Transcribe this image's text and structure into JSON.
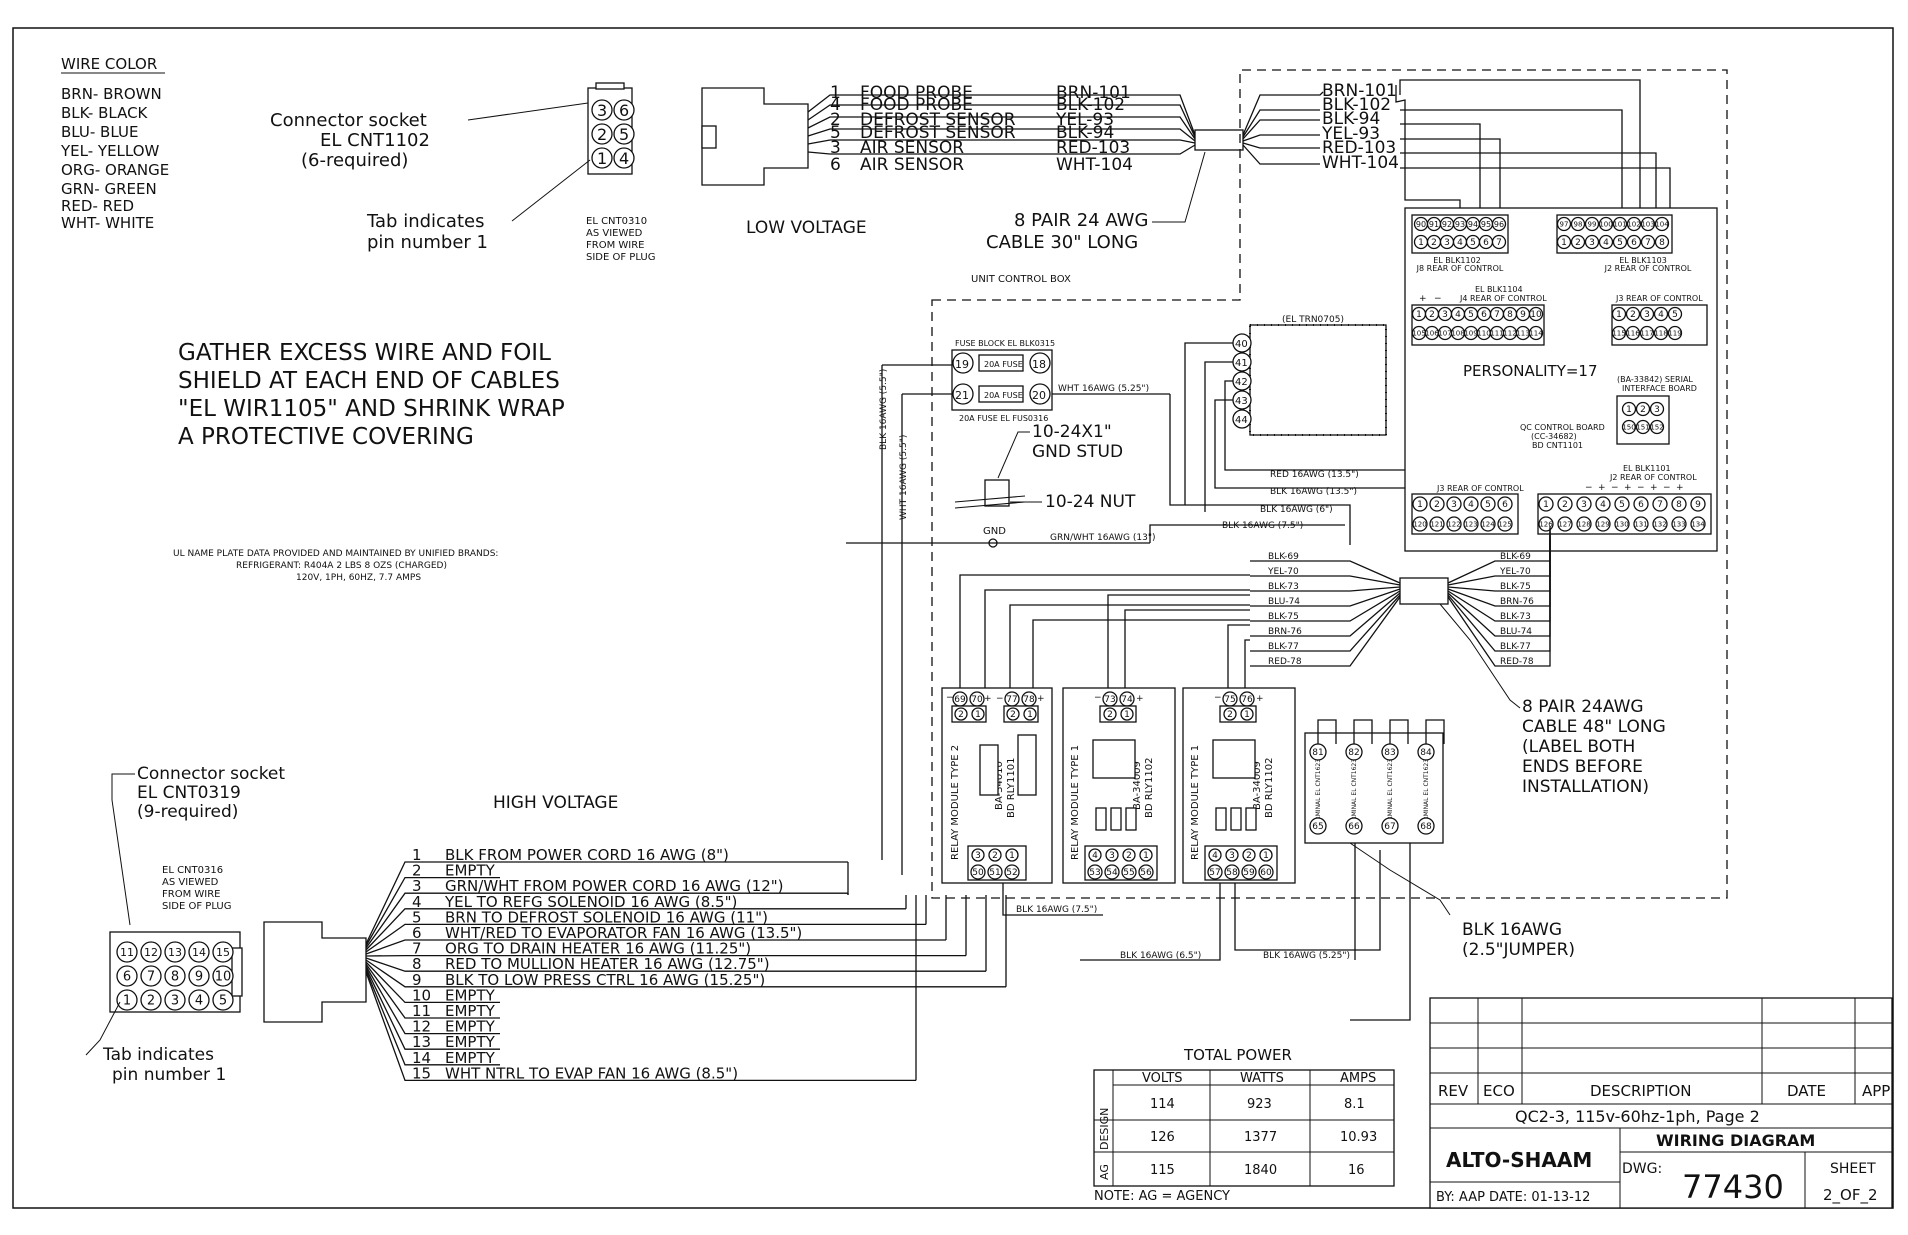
{
  "wire_color": {
    "title": "WIRE COLOR",
    "items": [
      "BRN- BROWN",
      "BLK- BLACK",
      "BLU- BLUE",
      "YEL- YELLOW",
      "ORG- ORANGE",
      "GRN- GREEN",
      "RED- RED",
      "WHT- WHITE"
    ]
  },
  "top_connector": {
    "socket_label_1": "Connector socket",
    "socket_label_2": "EL CNT1102",
    "socket_label_3": "(6-required)",
    "tab_label_1": "Tab indicates",
    "tab_label_2": "pin number 1",
    "view_label": [
      "EL CNT0310",
      "AS VIEWED",
      "FROM WIRE",
      "SIDE OF PLUG"
    ],
    "pins": [
      "3",
      "6",
      "2",
      "5",
      "1",
      "4"
    ]
  },
  "low_voltage": {
    "title": "LOW VOLTAGE",
    "cable_label_1": "8 PAIR 24 AWG",
    "cable_label_2": "CABLE 30\" LONG",
    "lines": [
      {
        "num": "1",
        "name": "FOOD PROBE",
        "code": "BRN-101"
      },
      {
        "num": "4",
        "name": "FOOD PROBE",
        "code": "BLK-102"
      },
      {
        "num": "2",
        "name": "DEFROST SENSOR",
        "code": "YEL-93"
      },
      {
        "num": "5",
        "name": "DEFROST SENSOR",
        "code": "BLK-94"
      },
      {
        "num": "3",
        "name": "AIR SENSOR",
        "code": "RED-103"
      },
      {
        "num": "6",
        "name": "AIR SENSOR",
        "code": "WHT-104"
      }
    ],
    "right_codes": [
      "BRN-101",
      "BLK-102",
      "BLK-94",
      "YEL-93",
      "RED-103",
      "WHT-104"
    ]
  },
  "note": {
    "lines": [
      "GATHER EXCESS WIRE AND FOIL",
      "SHIELD AT EACH END OF CABLES",
      "\"EL WIR1105\" AND SHRINK WRAP",
      "A PROTECTIVE COVERING"
    ]
  },
  "ul_plate": {
    "lines": [
      "UL NAME PLATE DATA PROVIDED AND MAINTAINED BY UNIFIED BRANDS:",
      "REFRIGERANT: R404A 2 LBS 8 OZS (CHARGED)",
      "120V, 1PH, 60HZ, 7.7 AMPS"
    ]
  },
  "control_box": {
    "title": "UNIT CONTROL BOX",
    "fuse_block": "FUSE BLOCK EL BLK0315",
    "fuse_label": "20A FUSE",
    "fuse_part": "20A FUSE EL FUS0316",
    "fuse_pins": [
      "19",
      "18",
      "21",
      "20"
    ],
    "wht_label": "WHT 16AWG (5.25\")",
    "stud_1": "10-24X1\"",
    "stud_2": "GND STUD",
    "nut": "10-24 NUT",
    "gnd": "GND",
    "grn_wht": "GRN/WHT 16AWG (13\")",
    "blk_55a": "BLK 16AWG (5.5\")",
    "blk_55b": "WHT 16AWG (5.5\")",
    "transformer": "(EL TRN0705)",
    "trn_pins": [
      "40",
      "41",
      "42",
      "43",
      "44"
    ],
    "red_135": "RED 16AWG (13.5\")",
    "blk_135": "BLK 16AWG (13.5\")",
    "blk_6": "BLK 16AWG (6\")",
    "blk_75": "BLK 16AWG (7.5\")"
  },
  "board": {
    "j8_pins": [
      "90",
      "91",
      "92",
      "93",
      "94",
      "95",
      "96"
    ],
    "j8_sub": [
      "1",
      "2",
      "3",
      "4",
      "5",
      "6",
      "7"
    ],
    "j8_label_1": "EL BLK1102",
    "j8_label_2": "J8 REAR OF CONTROL",
    "j2_pins": [
      "97",
      "98",
      "99",
      "100",
      "101",
      "102",
      "103",
      "104"
    ],
    "j2_sub": [
      "1",
      "2",
      "3",
      "4",
      "5",
      "6",
      "7",
      "8"
    ],
    "j2_label_1": "EL BLK1103",
    "j2_label_2": "J2 REAR OF CONTROL",
    "j4_label_1": "EL BLK1104",
    "j4_label_2": "J4 REAR OF CONTROL",
    "j4_sub": [
      "1",
      "2",
      "3",
      "4",
      "5",
      "6",
      "7",
      "8",
      "9",
      "10"
    ],
    "j4_pins": [
      "105",
      "106",
      "107",
      "108",
      "109",
      "110",
      "111",
      "112",
      "113",
      "114"
    ],
    "j3_label": "J3 REAR OF CONTROL",
    "j3_sub": [
      "1",
      "2",
      "3",
      "4",
      "5"
    ],
    "j3_pins": [
      "115",
      "116",
      "117",
      "118",
      "119"
    ],
    "personality": "PERSONALITY=17",
    "serial_1": "(BA-33842) SERIAL",
    "serial_2": "INTERFACE BOARD",
    "serial_sub": [
      "1",
      "2",
      "3"
    ],
    "serial_pins": [
      "150",
      "151",
      "152"
    ],
    "qc_1": "QC CONTROL BOARD",
    "qc_2": "(CC-34682)",
    "qc_3": "BD CNT1101",
    "j3b_label": "J3 REAR OF CONTROL",
    "j3b_sub": [
      "1",
      "2",
      "3",
      "4",
      "5",
      "6"
    ],
    "j3b_pins": [
      "120",
      "121",
      "122",
      "123",
      "124",
      "125"
    ],
    "j2b_label_1": "EL BLK1101",
    "j2b_label_2": "J2 REAR OF CONTROL",
    "j2b_sub": [
      "1",
      "2",
      "3",
      "4",
      "5",
      "6",
      "7",
      "8",
      "9"
    ],
    "j2b_pins": [
      "126",
      "127",
      "128",
      "129",
      "130",
      "131",
      "132",
      "133",
      "134"
    ]
  },
  "harness": {
    "left": [
      "BLK-69",
      "YEL-70",
      "BLK-73",
      "BLU-74",
      "BLK-75",
      "BRN-76",
      "BLK-77",
      "RED-78"
    ],
    "right": [
      "BLK-69",
      "YEL-70",
      "BLK-75",
      "BRN-76",
      "BLK-73",
      "BLU-74",
      "BLK-77",
      "RED-78"
    ],
    "cable": [
      "8 PAIR 24AWG",
      "CABLE 48\" LONG",
      "(LABEL BOTH",
      "ENDS BEFORE",
      "INSTALLATION)"
    ]
  },
  "relays": [
    {
      "title": "RELAY MODULE TYPE 2",
      "part_1": "BA-34010",
      "part_2": "BD RLY1101",
      "top": [
        "69",
        "70",
        "77",
        "78"
      ],
      "bottom": [
        "50",
        "51",
        "52"
      ],
      "sub": [
        "2",
        "1",
        "2",
        "1"
      ],
      "bsub": [
        "3",
        "2",
        "1"
      ]
    },
    {
      "title": "RELAY MODULE TYPE 1",
      "part_1": "BA-34009",
      "part_2": "BD RLY1102",
      "top": [
        "73",
        "74"
      ],
      "bottom": [
        "53",
        "54",
        "55",
        "56"
      ],
      "sub": [
        "2",
        "1"
      ],
      "bsub": [
        "4",
        "3",
        "2",
        "1"
      ]
    },
    {
      "title": "RELAY MODULE TYPE 1",
      "part_1": "BA-34009",
      "part_2": "BD RLY1102",
      "top": [
        "75",
        "76"
      ],
      "bottom": [
        "57",
        "58",
        "59",
        "60"
      ],
      "sub": [
        "2",
        "1"
      ],
      "bsub": [
        "4",
        "3",
        "2",
        "1"
      ]
    }
  ],
  "terminals": {
    "label": "TERMINAL EL CNT1623",
    "top": [
      "81",
      "82",
      "83",
      "84"
    ],
    "bottom": [
      "65",
      "66",
      "67",
      "68"
    ],
    "jumper_1": "BLK 16AWG",
    "jumper_2": "(2.5\"JUMPER)"
  },
  "bottom_wires": {
    "blk_75": "BLK 16AWG (7.5\")",
    "blk_65": "BLK 16AWG (6.5\")",
    "blk_525": "BLK 16AWG (5.25\")"
  },
  "high_voltage": {
    "title": "HIGH VOLTAGE",
    "socket_label_1": "Connector socket",
    "socket_label_2": "EL CNT0319",
    "socket_label_3": "(9-required)",
    "view_label": [
      "EL CNT0316",
      "AS VIEWED",
      "FROM WIRE",
      "SIDE OF PLUG"
    ],
    "tab_label_1": "Tab indicates",
    "tab_label_2": "pin number 1",
    "pins_row1": [
      "11",
      "12",
      "13",
      "14",
      "15"
    ],
    "pins_row2": [
      "6",
      "7",
      "8",
      "9",
      "10"
    ],
    "pins_row3": [
      "1",
      "2",
      "3",
      "4",
      "5"
    ],
    "lines": [
      {
        "num": "1",
        "text": "BLK FROM POWER CORD 16 AWG (8\")"
      },
      {
        "num": "2",
        "text": "EMPTY"
      },
      {
        "num": "3",
        "text": "GRN/WHT FROM POWER CORD 16 AWG (12\")"
      },
      {
        "num": "4",
        "text": "YEL TO REFG SOLENOID 16 AWG (8.5\")"
      },
      {
        "num": "5",
        "text": "BRN TO DEFROST SOLENOID 16 AWG (11\")"
      },
      {
        "num": "6",
        "text": "WHT/RED TO EVAPORATOR FAN 16 AWG (13.5\")"
      },
      {
        "num": "7",
        "text": "ORG TO DRAIN HEATER 16 AWG (11.25\")"
      },
      {
        "num": "8",
        "text": "RED TO MULLION HEATER 16 AWG (12.75\")"
      },
      {
        "num": "9",
        "text": "BLK TO LOW PRESS CTRL 16 AWG (15.25\")"
      },
      {
        "num": "10",
        "text": "EMPTY"
      },
      {
        "num": "11",
        "text": "EMPTY"
      },
      {
        "num": "12",
        "text": "EMPTY"
      },
      {
        "num": "13",
        "text": "EMPTY"
      },
      {
        "num": "14",
        "text": "EMPTY"
      },
      {
        "num": "15",
        "text": "WHT NTRL TO EVAP FAN 16 AWG (8.5\")"
      }
    ]
  },
  "power_table": {
    "title": "TOTAL POWER",
    "headers": [
      "VOLTS",
      "WATTS",
      "AMPS"
    ],
    "side_1": "DESIGN",
    "side_2": "AG",
    "rows": [
      [
        "114",
        "923",
        "8.1"
      ],
      [
        "126",
        "1377",
        "10.93"
      ],
      [
        "115",
        "1840",
        "16"
      ]
    ],
    "note": "NOTE: AG = AGENCY"
  },
  "title_block": {
    "rev": "REV",
    "eco": "ECO",
    "description": "DESCRIPTION",
    "date": "DATE",
    "app": "APP",
    "subtitle": "QC2-3, 115v-60hz-1ph, Page 2",
    "brand": "ALTO-SHAAM",
    "title": "WIRING DIAGRAM",
    "dwg_label": "DWG:",
    "dwg_number": "77430",
    "sheet_label": "SHEET",
    "sheet_value": "2_OF_2",
    "by": "BY: AAP DATE: 01-13-12"
  }
}
